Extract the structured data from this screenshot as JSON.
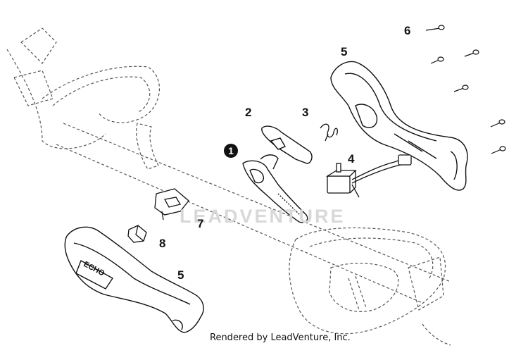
{
  "callouts": {
    "c1": "1",
    "c2": "2",
    "c3": "3",
    "c4": "4",
    "c5_top": "5",
    "c5_bottom": "5",
    "c6": "6",
    "c7": "7",
    "c8": "8"
  },
  "watermark": "LEADVENTURE",
  "handle_logo": "ECHO",
  "credit": "Rendered by LeadVenture, Inc.",
  "colors": {
    "line": "#111111",
    "dashed": "#555555",
    "watermark": "#d8d8d8"
  }
}
